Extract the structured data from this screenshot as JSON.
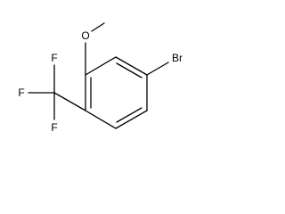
{
  "molecule": {
    "atoms": {
      "oxygen": "O",
      "fluorine_1": "F",
      "fluorine_2": "F",
      "fluorine_3": "F",
      "bromine": "Br"
    },
    "colors": {
      "bond": "#000000",
      "label": "#000000",
      "background": "#ffffff"
    }
  }
}
